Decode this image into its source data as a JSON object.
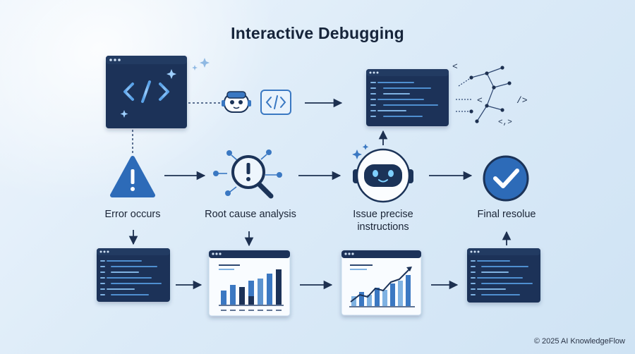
{
  "title": "Interactive Debugging",
  "steps": [
    {
      "label": "Error occurs"
    },
    {
      "label": "Root cause analysis"
    },
    {
      "label": "Issue precise instructions"
    },
    {
      "label": "Final resolue"
    }
  ],
  "code_glyphs": [
    "</>",
    "</>",
    "<",
    "<",
    "/>",
    "<,>"
  ],
  "footer": "© 2025 AI KnowledgeFlow",
  "colors": {
    "navy": "#1b3358",
    "accent_blue": "#3a78c2",
    "light_blue": "#7fb2e2",
    "background": "#dcebf8"
  }
}
